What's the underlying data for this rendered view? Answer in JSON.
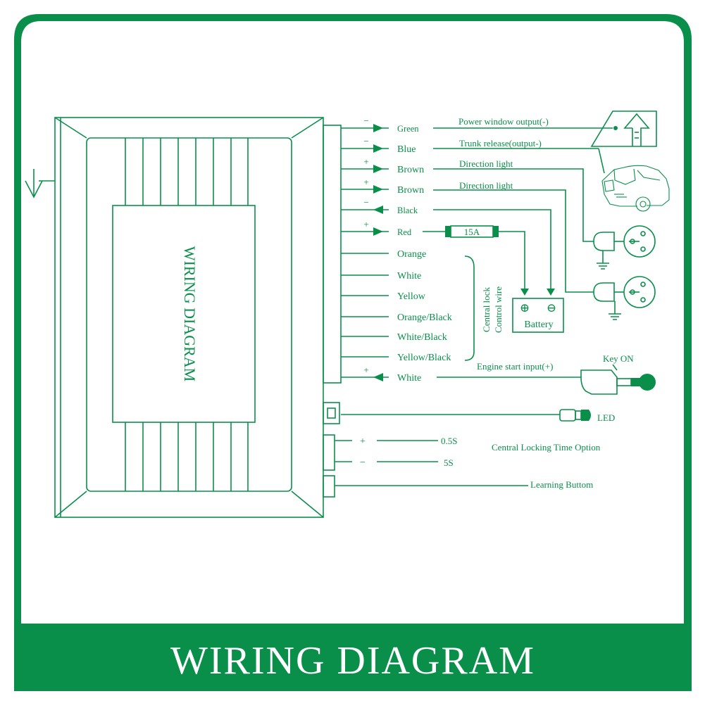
{
  "banner": {
    "title": "WIRING DIAGRAM"
  },
  "module": {
    "label": "WIRING DIAGRAM"
  },
  "colors": {
    "accent": "#0a8f4a",
    "banner_bg": "#0a8f4a",
    "background": "#ffffff"
  },
  "wires": [
    {
      "color_name": "Green",
      "polarity": "−",
      "direction": "out",
      "target": "Power window output(-)"
    },
    {
      "color_name": "Blue",
      "polarity": "−",
      "direction": "out",
      "target": "Trunk release(output-)"
    },
    {
      "color_name": "Brown",
      "polarity": "+",
      "direction": "out",
      "target": "Direction light"
    },
    {
      "color_name": "Brown",
      "polarity": "+",
      "direction": "out",
      "target": "Direction light"
    },
    {
      "color_name": "Black",
      "polarity": "−",
      "direction": "in",
      "target": ""
    },
    {
      "color_name": "Red",
      "polarity": "+",
      "direction": "out",
      "target": ""
    },
    {
      "color_name": "Orange",
      "polarity": "",
      "direction": "",
      "target": ""
    },
    {
      "color_name": "White",
      "polarity": "",
      "direction": "",
      "target": ""
    },
    {
      "color_name": "Yellow",
      "polarity": "",
      "direction": "",
      "target": ""
    },
    {
      "color_name": "Orange/Black",
      "polarity": "",
      "direction": "",
      "target": ""
    },
    {
      "color_name": "White/Black",
      "polarity": "",
      "direction": "",
      "target": ""
    },
    {
      "color_name": "Yellow/Black",
      "polarity": "",
      "direction": "",
      "target": ""
    },
    {
      "color_name": "White",
      "polarity": "+",
      "direction": "in",
      "target": "Engine start input(+)"
    }
  ],
  "central_lock": {
    "line1": "Central lock",
    "line2": "Control wire"
  },
  "fuse": {
    "label": "15A"
  },
  "battery": {
    "label": "Battery",
    "plus": "⊕",
    "minus": "⊖"
  },
  "key": {
    "label": "Key ON"
  },
  "led": {
    "label": "LED"
  },
  "time_option": {
    "plus": "+",
    "minus": "−",
    "opt1": "0.5S",
    "opt2": "5S",
    "label": "Central Locking Time Option"
  },
  "learning": {
    "label": "Learning Buttom"
  }
}
